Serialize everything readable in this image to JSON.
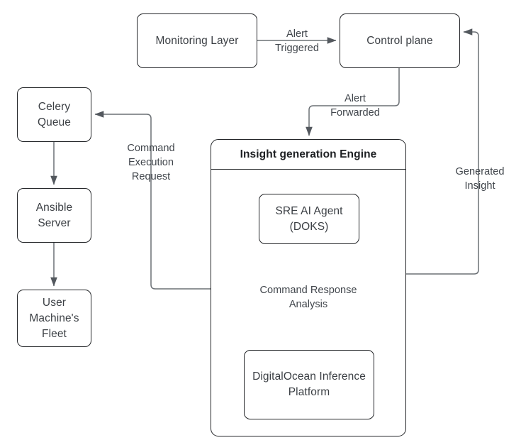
{
  "diagram": {
    "title": "Insight generation Engine architecture flow",
    "background_color": "#ffffff",
    "stroke_color": "#232528",
    "edge_color": "#6b7075",
    "text_color": "#3b3f44",
    "nodes": {
      "monitoring_layer": "Monitoring Layer",
      "control_plane": "Control plane",
      "celery_queue": "Celery\nQueue",
      "ansible_server": "Ansible\nServer",
      "user_machines_fleet": "User\nMachine's\nFleet",
      "insight_engine_title": "Insight generation Engine",
      "sre_ai_agent": "SRE AI Agent\n(DOKS)",
      "digitalocean_inference": "DigitalOcean Inference\nPlatform"
    },
    "edge_labels": {
      "alert_triggered": "Alert\nTriggered",
      "alert_forwarded": "Alert\nForwarded",
      "generated_insight": "Generated\nInsight",
      "command_execution_request": "Command\nExecution\nRequest",
      "command_response_analysis": "Command Response\nAnalysis"
    }
  }
}
